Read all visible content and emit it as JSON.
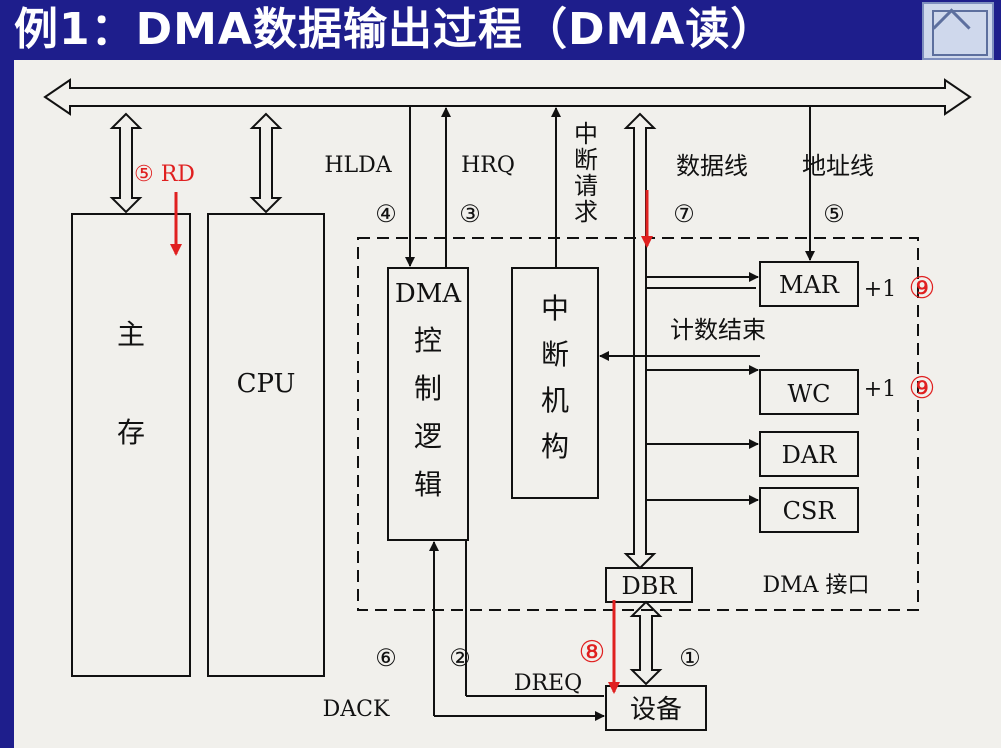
{
  "title": "例1：DMA数据输出过程（DMA读）",
  "blocks": {
    "main_memory": "主存",
    "cpu": "CPU",
    "dma_control": [
      "DMA",
      "控",
      "制",
      "逻",
      "辑"
    ],
    "interrupt_unit": [
      "中",
      "断",
      "机",
      "构"
    ],
    "mar": "MAR",
    "wc": "WC",
    "dar": "DAR",
    "csr": "CSR",
    "dbr": "DBR",
    "device": "设备",
    "dma_interface": "DMA 接口"
  },
  "bus_labels": {
    "hlda": "HLDA",
    "hrq": "HRQ",
    "interrupt_request": [
      "中",
      "断",
      "请",
      "求"
    ],
    "data_line": "数据线",
    "address_line": "地址线",
    "count_end": "计数结束",
    "dack": "DACK",
    "dreq": "DREQ",
    "plus_one_mar": "+1",
    "plus_one_wc": "+1"
  },
  "steps": {
    "s4": "④",
    "s3": "③",
    "s7": "⑦",
    "s5": "⑤",
    "s6": "⑥",
    "s2": "②",
    "s1": "①"
  },
  "red_annotations": {
    "rd": "⑤ RD",
    "s8": "⑧",
    "s9_mar": "⑨",
    "s9_wc": "⑨"
  },
  "colors": {
    "background": "#1e1e8c",
    "panel": "#f1f0ec",
    "title": "#ffffff",
    "annotation": "#e02020"
  }
}
